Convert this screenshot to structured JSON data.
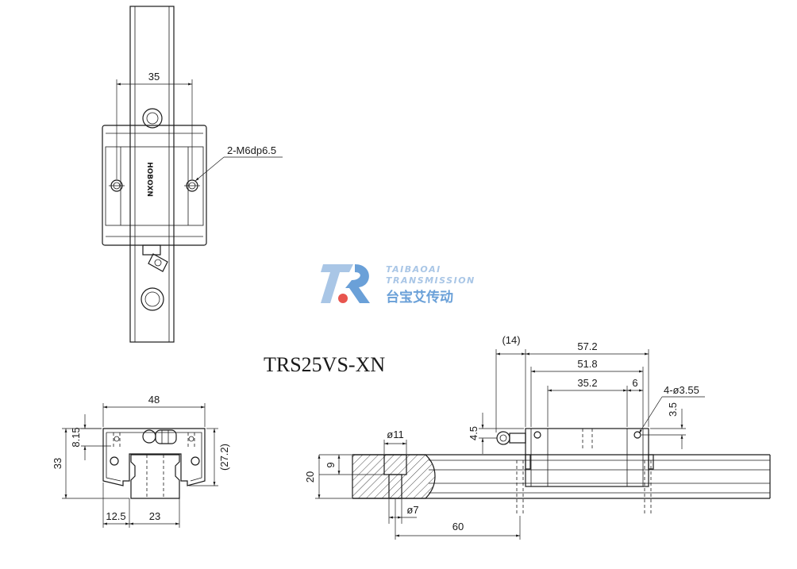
{
  "title": "TRS25VS-XN",
  "watermark": {
    "line1": "TAIBAOAI",
    "line2": "TRANSMISSION",
    "line3": "台宝艾传动",
    "color_light": "#a9c6e6",
    "color_mid": "#6aa0d8",
    "color_accent": "#e8554e"
  },
  "top_view": {
    "dim_35": "35",
    "callout_m6": "2-M6dp6.5",
    "brand": "HOBOXN"
  },
  "end_view": {
    "dim_48": "48",
    "dim_8_15": "8.15",
    "dim_33": "33",
    "dim_27_2": "(27.2)",
    "dim_12_5": "12.5",
    "dim_23": "23"
  },
  "side_view": {
    "dim_14": "(14)",
    "dim_57_2": "57.2",
    "dim_51_8": "51.8",
    "dim_35_2": "35.2",
    "dim_6": "6",
    "callout_holes": "4-ø3.55",
    "dim_3_5": "3.5",
    "dim_4_5": "4.5",
    "dim_d11": "ø11",
    "dim_9": "9",
    "dim_20": "20",
    "dim_d7": "ø7",
    "dim_60": "60"
  }
}
